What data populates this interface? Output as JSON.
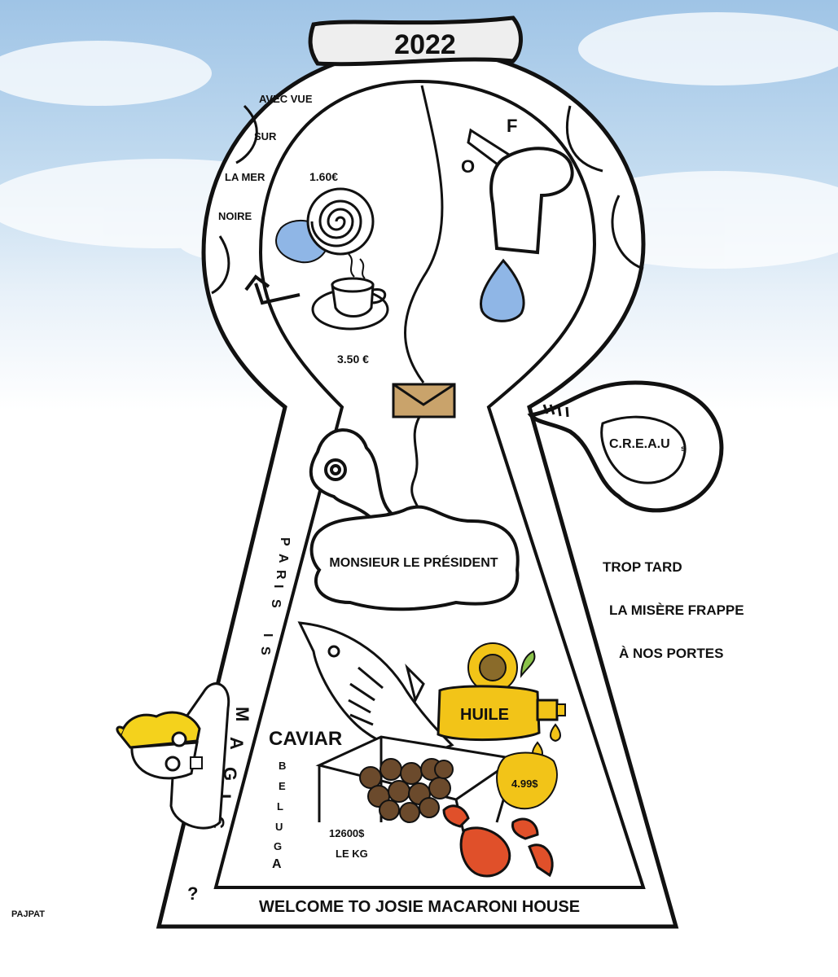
{
  "year_banner": "2022",
  "sea_caption": [
    "AVEC VUE",
    "SUR",
    "LA MER",
    "NOIRE"
  ],
  "pastry_price": "1.60€",
  "coffee_price": "3.50 €",
  "tap_letters": {
    "o": "O",
    "f": "F"
  },
  "creaus_bubble": {
    "main": "C.R.E.A.U",
    "suffix": "s"
  },
  "president_cloud": "MONSIEUR LE PRÉSIDENT",
  "side_slogan_left": [
    "P",
    "A",
    "R",
    "I",
    "S",
    "I",
    "S",
    "M",
    "A",
    "G",
    "I",
    "C"
  ],
  "right_text": [
    "TROP TARD",
    "LA MISÈRE FRAPPE",
    "À NOS PORTES"
  ],
  "caviar": {
    "title": "CAVIAR",
    "kind_letters": [
      "B",
      "E",
      "L",
      "U",
      "G",
      "A"
    ],
    "price_line1": "12600$",
    "price_line2": "LE KG"
  },
  "oil": {
    "label": "HUILE",
    "price": "4.99$"
  },
  "question_mark": "?",
  "bottom_banner": "WELCOME TO JOSIE MACARONI HOUSE",
  "signature": "PAJPAT",
  "colors": {
    "sky": "#a9cbe8",
    "ink": "#111111",
    "water": "#8fb6e6",
    "oil": "#f2c418",
    "lobster": "#e0502a",
    "envelope": "#c9a36b",
    "caviar": "#6b4a2c",
    "hat": "#f4d21c"
  }
}
